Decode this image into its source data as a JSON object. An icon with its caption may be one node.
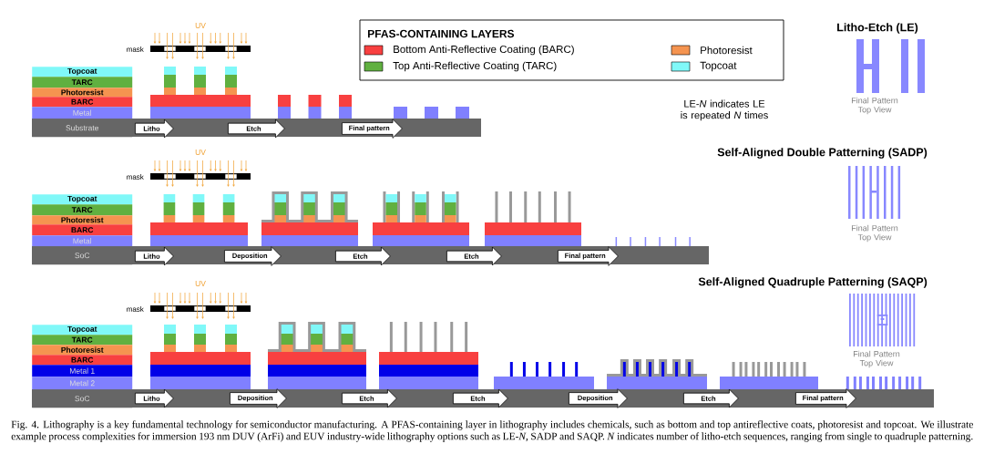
{
  "diagram": {
    "caption": "Fig. 4.  Lithography is a key fundamental technology for semiconductor manufacturing. A PFAS-containing layer in lithography includes chemicals, such as bottom and top antireflective coats, photoresist and topcoat. We illustrate example process complexities for immersion 193 nm DUV (ArFi) and EUV industry-wide lithography options such as LE-*N*, SADP and SAQP. *N* indicates number of litho-etch sequences, ranging from single to quadruple patterning.",
    "nodes": [
      {
        "text": [
          "Topcoat"
        ]
      },
      {
        "text": [
          "TARC"
        ]
      },
      {
        "text": [
          "Photoresist"
        ]
      },
      {
        "text": [
          "BARC"
        ]
      },
      {
        "text": [
          "Metal"
        ]
      },
      {
        "text": [
          "Substrate"
        ]
      },
      {
        "text": [
          "Litho"
        ]
      },
      {
        "text": [
          "Etch"
        ]
      },
      {
        "text": [
          "Final pattern"
        ]
      },
      {
        "text": [
          "Topcoat"
        ]
      },
      {
        "text": [
          "TARC"
        ]
      },
      {
        "text": [
          "Photoresist"
        ]
      },
      {
        "text": [
          "BARC"
        ]
      },
      {
        "text": [
          "Metal"
        ]
      },
      {
        "text": [
          "SoC"
        ]
      },
      {
        "text": [
          "Litho"
        ]
      },
      {
        "text": [
          "Deposition"
        ]
      },
      {
        "text": [
          "Etch"
        ]
      },
      {
        "text": [
          "Etch"
        ]
      },
      {
        "text": [
          "Final pattern"
        ]
      },
      {
        "text": [
          "Topcoat"
        ]
      },
      {
        "text": [
          "TARC"
        ]
      },
      {
        "text": [
          "Photoresist"
        ]
      },
      {
        "text": [
          "BARC"
        ]
      },
      {
        "text": [
          "Metal 1"
        ]
      },
      {
        "text": [
          "Metal 2"
        ]
      },
      {
        "text": [
          "SoC"
        ]
      },
      {
        "text": [
          "Litho"
        ]
      },
      {
        "text": [
          "Deposition"
        ]
      },
      {
        "text": [
          "Etch"
        ]
      },
      {
        "text": [
          "Etch"
        ]
      },
      {
        "text": [
          "Deposition"
        ]
      },
      {
        "text": [
          "Etch"
        ]
      },
      {
        "text": [
          "Final pattern"
        ]
      }
    ],
    "labels": [
      "UV",
      "mask",
      "PFAS-CONTAINING LAYERS",
      "Litho-Etch (LE)",
      "Final Pattern Top View",
      "LE-*N* indicates LE is repeated *N* times",
      "UV",
      "mask",
      "Self-Aligned Double Patterning (SADP)",
      "Final Pattern Top View",
      "UV",
      "mask",
      "Self-Aligned Quadruple Patterning (SAQP)",
      "Final Pattern Top View"
    ],
    "legend": [
      {
        "text": "Bottom Anti-Reflective Coating (BARC)",
        "color": "#f84040"
      },
      {
        "text": "Photoresist",
        "color": "#f59450"
      },
      {
        "text": "Top Anti-Reflective Coating (TARC)",
        "color": "#60b040"
      },
      {
        "text": "Topcoat",
        "color": "#80f8f8"
      }
    ]
  }
}
